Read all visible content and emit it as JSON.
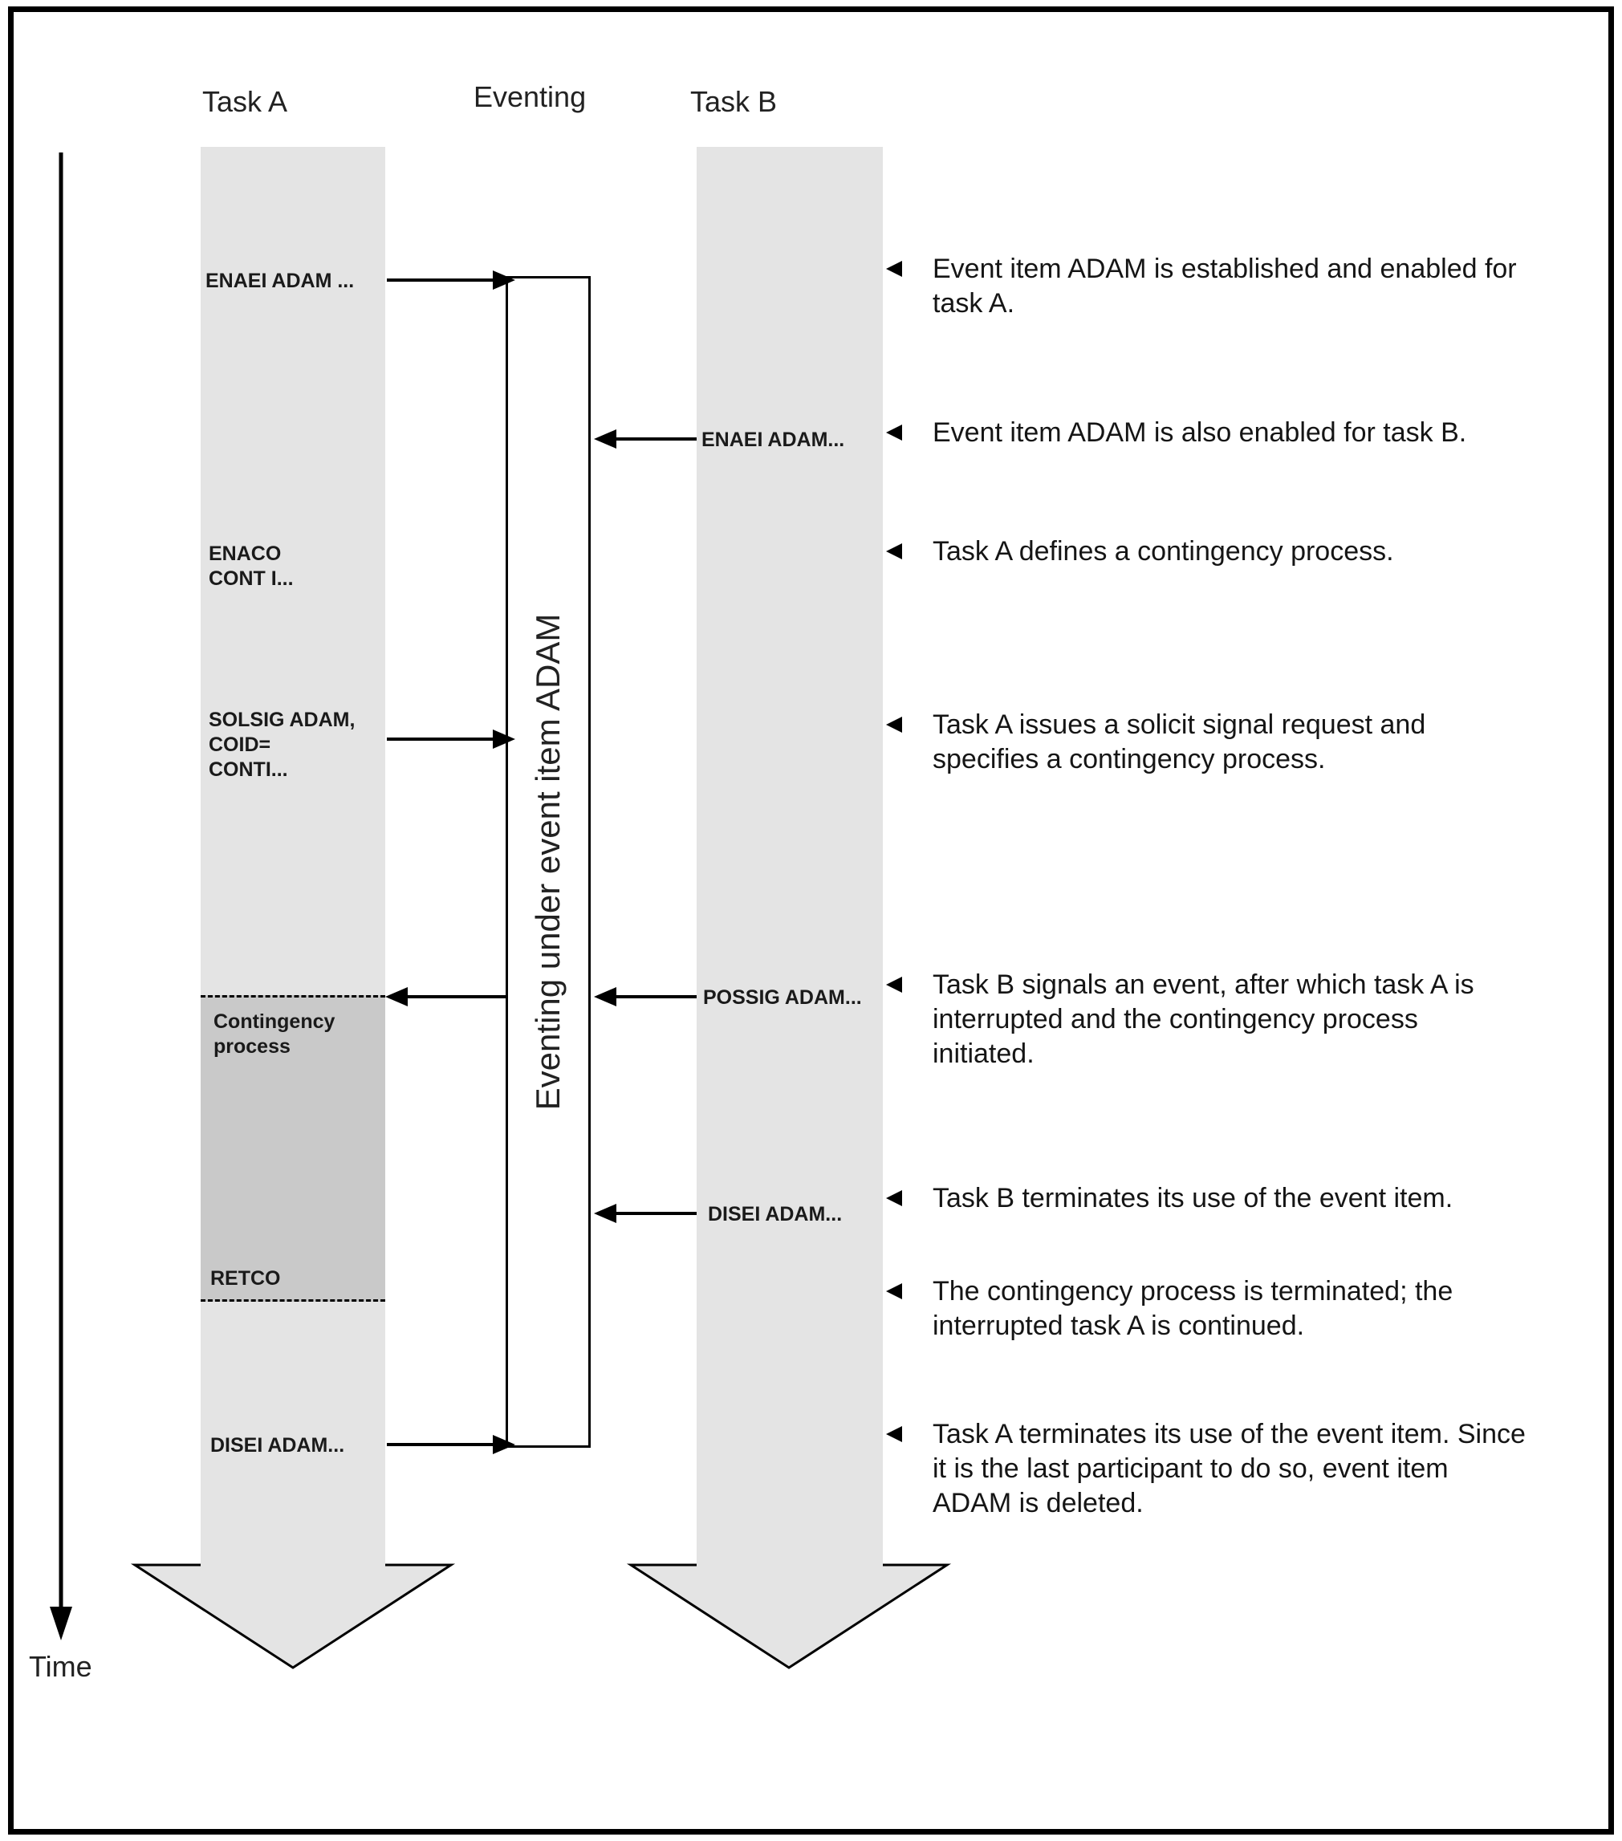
{
  "header": {
    "task_a": "Task A",
    "eventing": "Eventing",
    "task_b": "Task B"
  },
  "time_label": "Time",
  "eventing_box_label": "Eventing under event item ADAM",
  "task_a": {
    "enaei": "ENAEI ADAM ...",
    "enaco": [
      "ENACO",
      "CONT I..."
    ],
    "solsig": [
      "SOLSIG ADAM,",
      "COID=",
      "CONTI..."
    ],
    "contingency": [
      "Contingency",
      "process"
    ],
    "retco": "RETCO",
    "disei": "DISEI ADAM..."
  },
  "task_b": {
    "enaei": "ENAEI ADAM...",
    "possig": "POSSIG ADAM...",
    "disei": "DISEI ADAM..."
  },
  "annotations": [
    "Event item ADAM is established and enabled for task A.",
    "Event item ADAM is also enabled for task B.",
    "Task A defines a contingency process.",
    "Task A issues a solicit signal request and specifies a contingency process.",
    "Task B signals an event, after which task A is interrupted and the contingency process initiated.",
    "Task B terminates its use of the event item.",
    "The contingency process is terminated; the interrupted task A is continued.",
    "Task A terminates its use of the event item. Since it is the last participant to do so, event item ADAM is deleted."
  ],
  "colors": {
    "task_arrow_fill": "#e4e4e4",
    "contingency_fill": "#c9c9c9",
    "eventing_box_fill": "#ffffff",
    "line_color": "#000000",
    "background": "#ffffff"
  }
}
